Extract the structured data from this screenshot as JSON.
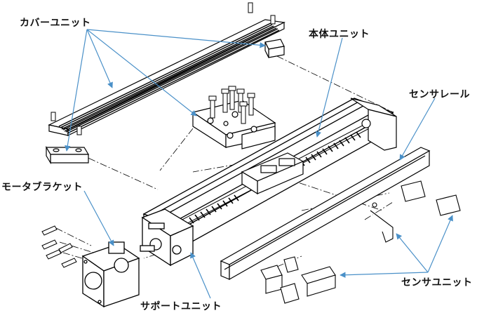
{
  "labels": {
    "cover_unit": "カバーユニット",
    "body_unit": "本体ユニット",
    "sensor_rail": "センサレール",
    "motor_bracket": "モータブラケット",
    "support_unit": "サポートユニット",
    "sensor_unit": "センサユニット"
  },
  "colors": {
    "line": "#000000",
    "leader": "#4a90c8",
    "fill": "#ffffff",
    "text": "#111111"
  }
}
